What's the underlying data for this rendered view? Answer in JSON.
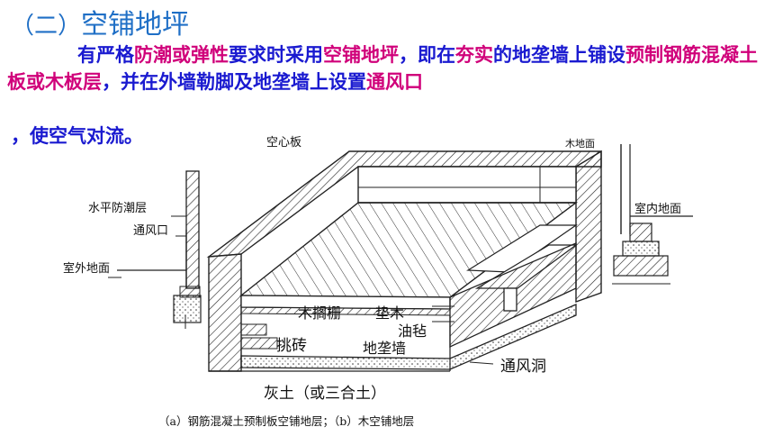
{
  "heading": {
    "prefix": "（二）",
    "text": "空铺地坪"
  },
  "paragraph": {
    "segments": [
      {
        "text": "有严格",
        "hl": false
      },
      {
        "text": "防潮或弹性",
        "hl": true
      },
      {
        "text": "要求时采用",
        "hl": false
      },
      {
        "text": "空铺地坪",
        "hl": true
      },
      {
        "text": "，即在",
        "hl": false
      },
      {
        "text": "夯实",
        "hl": true
      },
      {
        "text": "的地垄墙上铺设",
        "hl": false
      },
      {
        "text": "预制钢筋混凝土板或木板层",
        "hl": true
      },
      {
        "text": "，并在外墙勒脚及地垄墙上设置",
        "hl": false
      },
      {
        "text": "通风口",
        "hl": true
      }
    ],
    "tail": "，使空气对流。"
  },
  "figure": {
    "labels": {
      "hollow_slab": "空心板",
      "dpc": "水平防潮层",
      "vent": "通风口",
      "outdoor_ground": "室外地面",
      "wood_floor_top": "木地面",
      "indoor_ground": "室内地面",
      "joist": "木搁栅",
      "pad": "垫木",
      "felt": "油毡",
      "cantilever_brick": "挑砖",
      "sleeper_wall": "地垄墙",
      "vent_hole": "通风洞",
      "lime_soil": "灰土（或三合土）"
    },
    "caption": "（a）钢筋混凝土预制板空铺地层；（b）木空铺地层"
  }
}
